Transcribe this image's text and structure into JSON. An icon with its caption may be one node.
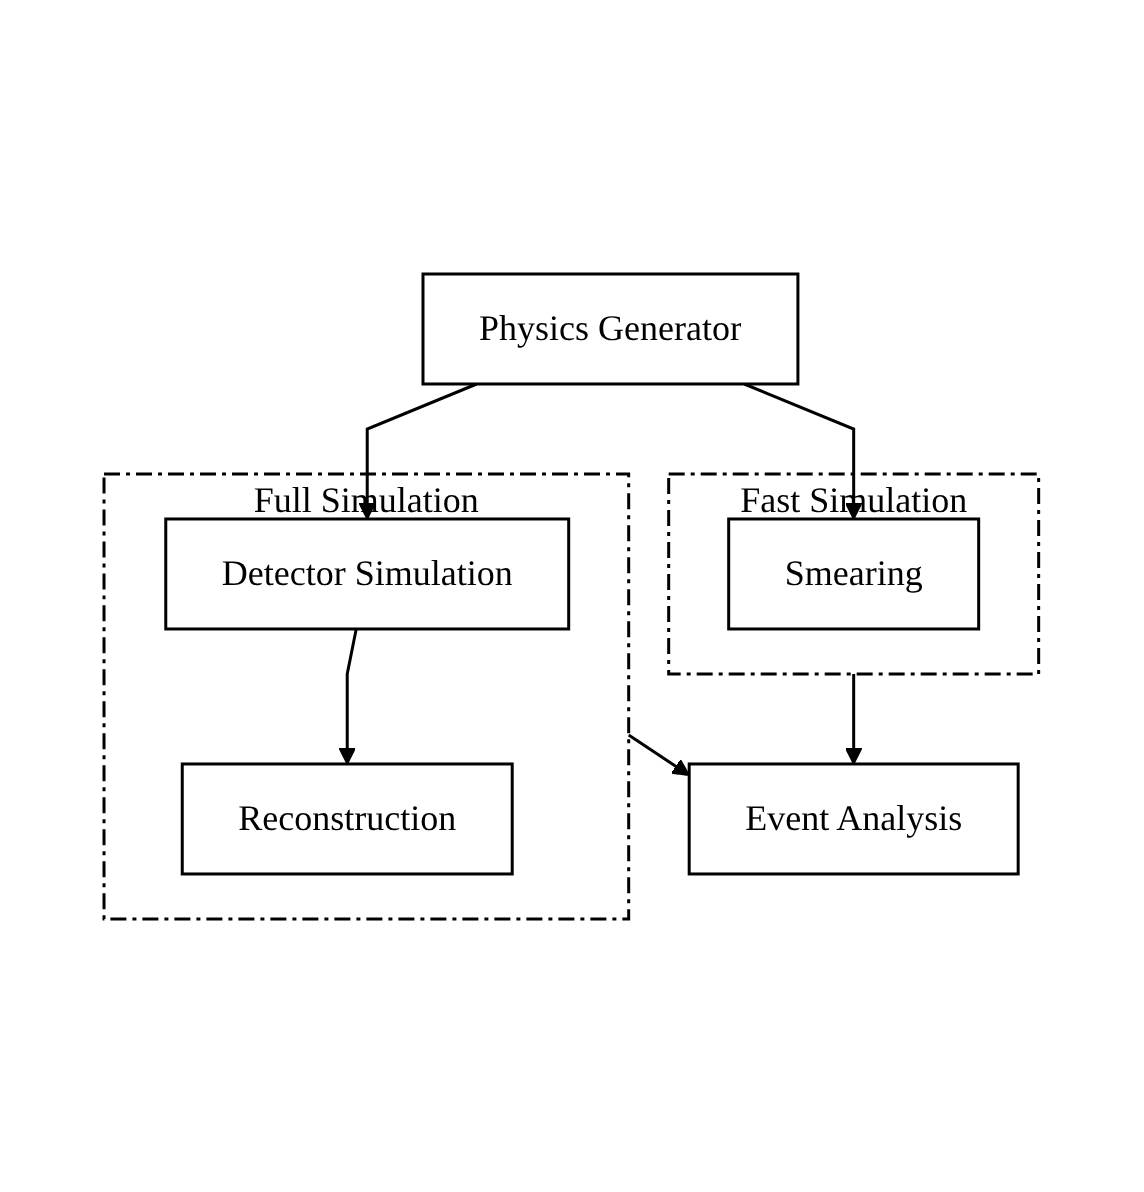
{
  "diagram": {
    "nodes": [
      {
        "text": [
          "Physics Generator"
        ]
      },
      {
        "text": [
          "Full Simulation"
        ]
      },
      {
        "text": [
          "Detector Simulation"
        ],
        "in": 1
      },
      {
        "text": [
          "Reconstruction"
        ],
        "in": 1
      },
      {
        "text": [
          "Fast Simulation"
        ]
      },
      {
        "text": [
          "Smearing"
        ],
        "in": 4
      },
      {
        "text": [
          "Event Analysis"
        ]
      }
    ],
    "edges": [
      {
        "from": 0,
        "to": 2,
        "arrow": "to"
      },
      {
        "from": 2,
        "to": 3,
        "arrow": "to"
      },
      {
        "from": 0,
        "to": 5,
        "arrow": "to"
      },
      {
        "from": 1,
        "to": 6,
        "arrow": "to"
      },
      {
        "from": 4,
        "to": 6,
        "arrow": "to"
      }
    ]
  }
}
